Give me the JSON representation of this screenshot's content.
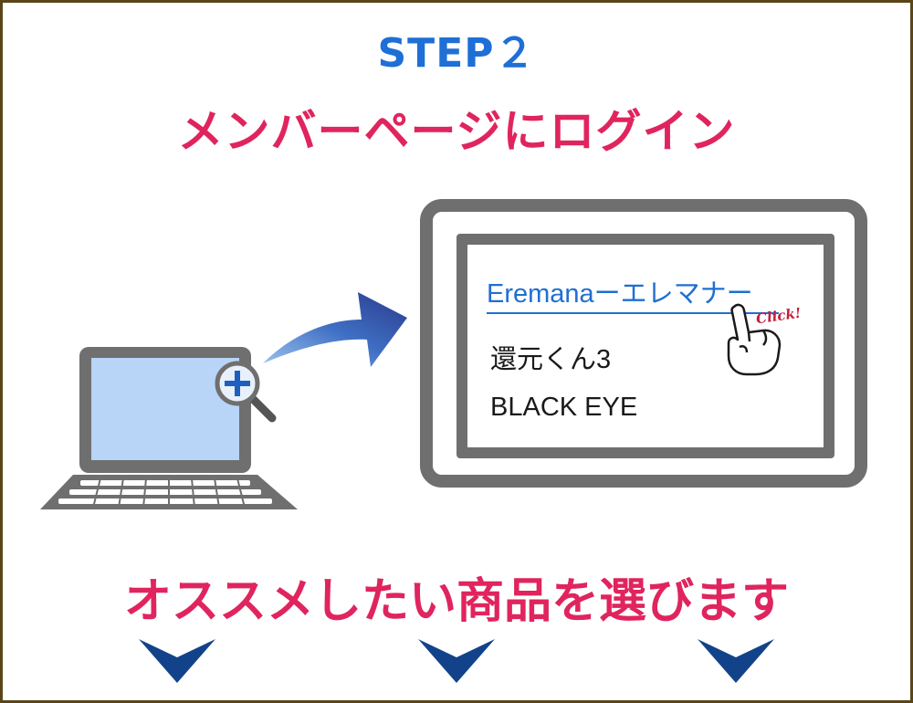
{
  "header": {
    "step_label": "STEP２",
    "title": "メンバーページにログイン"
  },
  "screen_panel": {
    "link_label": "Eremanaーエレマナー",
    "items": [
      "還元くん3",
      "BLACK EYE"
    ],
    "click_badge": "Click!"
  },
  "footer": {
    "text": "オススメしたい商品を選びます"
  },
  "icons": {
    "laptop": "laptop-icon",
    "magnifier": "zoom-in-magnifier-icon",
    "arrow": "curved-arrow-icon",
    "hand": "pointing-hand-icon",
    "chevron": "chevron-down-icon"
  },
  "colors": {
    "step_blue": "#1e6fd6",
    "heading_pink": "#e0245e",
    "link_blue": "#1f6fd0",
    "frame_gray": "#6f6f6f",
    "chevron_navy": "#12438a",
    "screen_blue": "#b8d4f7"
  }
}
